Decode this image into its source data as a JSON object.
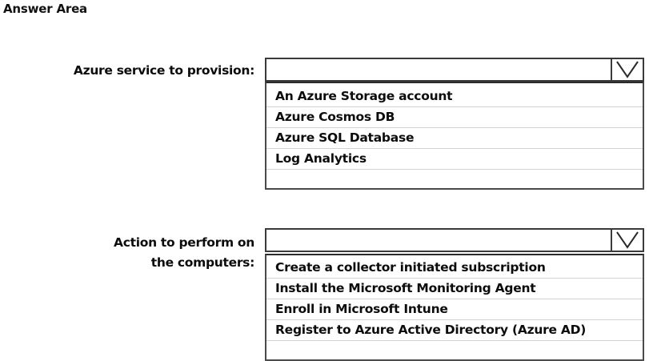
{
  "page": {
    "title": "Answer Area"
  },
  "blocks": [
    {
      "id": "block-1",
      "label": "Azure service to provision:",
      "combo": {
        "value": "",
        "placeholder": "",
        "arrow_icon": "chevron-down-icon"
      },
      "options": [
        "An Azure Storage account",
        "Azure Cosmos DB",
        "Azure SQL Database",
        "Log Analytics"
      ]
    },
    {
      "id": "block-2",
      "label": "Action to perform on\nthe computers:",
      "combo": {
        "value": "",
        "placeholder": "",
        "arrow_icon": "chevron-down-icon"
      },
      "options": [
        "Create a collector initiated subscription",
        "Install the Microsoft Monitoring Agent",
        "Enroll in Microsoft Intune",
        "Register to Azure Active Directory (Azure AD)"
      ]
    }
  ],
  "colors": {
    "background": "#ffffff",
    "text": "#0c0c0c",
    "border_dark": "#3a3a3a",
    "border_list": "#4a4a4a",
    "separator": "#d2d2d2"
  }
}
